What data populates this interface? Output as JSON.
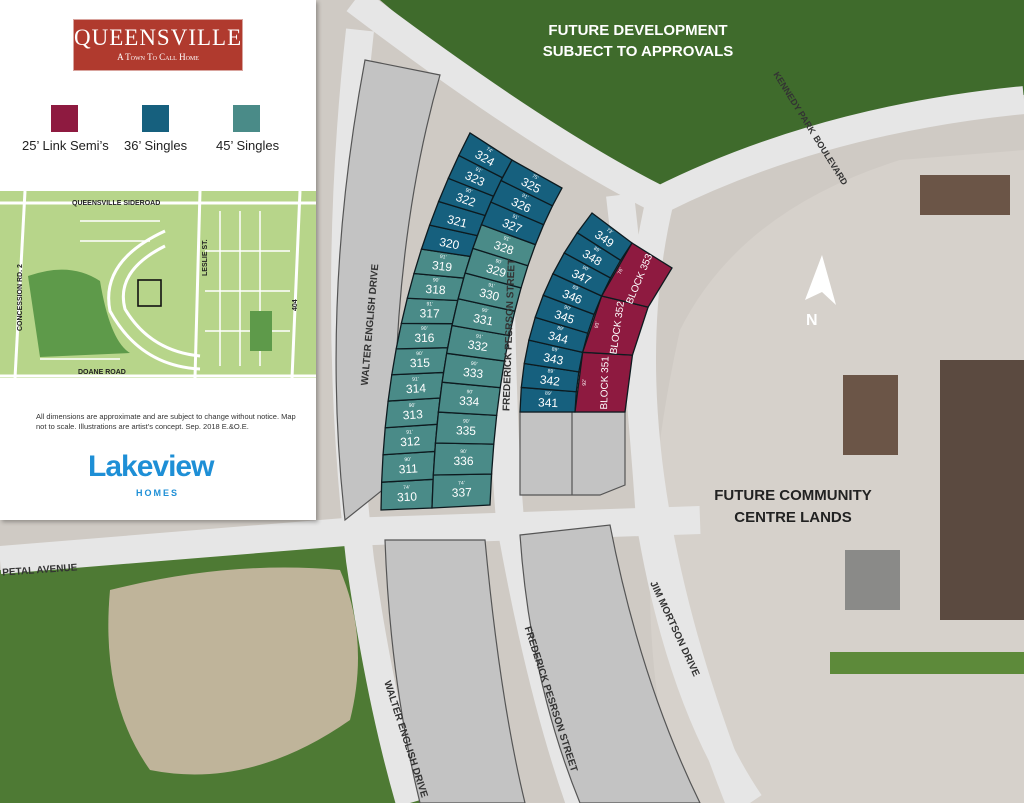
{
  "panel": {
    "logo_title": "QUEENSVILLE",
    "logo_tagline": "A Town To Call Home",
    "legend": [
      {
        "label": "25’ Link Semi’s",
        "color": "#8e1a40"
      },
      {
        "label": "36’ Singles",
        "color": "#16607e"
      },
      {
        "label": "45’ Singles",
        "color": "#4a8b88"
      }
    ],
    "inset_map": {
      "roads": [
        "QUEENSVILLE SIDEROAD",
        "CONCESSION RD. 2",
        "LESLIE ST.",
        "DOANE ROAD",
        "404"
      ]
    },
    "disclaimer": "All dimensions are approximate and are subject to change without notice. Map not to scale. Illustrations are artist’s concept. Sep. 2018 E.&O.E.",
    "builder_name": "Lakeview",
    "builder_sub": "HOMES"
  },
  "map": {
    "future_dev": "FUTURE DEVELOPMENT",
    "future_dev_2": "SUBJECT TO APPROVALS",
    "community_centre": "FUTURE COMMUNITY",
    "community_centre_2": "CENTRE LANDS",
    "kennedy_1": "KENNEDY PARK",
    "kennedy_2": "BOULEVARD",
    "petal": "PETAL AVENUE",
    "walter": "WALTER ENGLISH DRIVE",
    "frederick": "FREDERICK PESRSON STREET",
    "jim": "JIM MORTSON DRIVE",
    "north": "N"
  },
  "lots": {
    "column_a": [
      {
        "id": "310",
        "type": "45",
        "depth": "74’"
      },
      {
        "id": "311",
        "type": "45",
        "depth": "90’"
      },
      {
        "id": "312",
        "type": "45",
        "depth": "91’"
      },
      {
        "id": "313",
        "type": "45",
        "depth": "90’"
      },
      {
        "id": "314",
        "type": "45",
        "depth": "91’"
      },
      {
        "id": "315",
        "type": "45",
        "depth": "90’"
      },
      {
        "id": "316",
        "type": "45",
        "depth": "90’"
      },
      {
        "id": "317",
        "type": "45",
        "depth": "91’"
      },
      {
        "id": "318",
        "type": "45",
        "depth": "90’"
      },
      {
        "id": "319",
        "type": "45",
        "depth": "91’"
      },
      {
        "id": "320",
        "type": "36",
        "depth": ""
      },
      {
        "id": "321",
        "type": "36",
        "depth": ""
      },
      {
        "id": "322",
        "type": "36",
        "depth": "90’"
      },
      {
        "id": "323",
        "type": "36",
        "depth": "91’"
      },
      {
        "id": "324",
        "type": "36",
        "depth": "74’"
      }
    ],
    "column_b": [
      {
        "id": "337",
        "type": "45",
        "depth": "74’"
      },
      {
        "id": "336",
        "type": "45",
        "depth": "90’"
      },
      {
        "id": "335",
        "type": "45",
        "depth": "90’"
      },
      {
        "id": "334",
        "type": "45",
        "depth": "90’"
      },
      {
        "id": "333",
        "type": "45",
        "depth": "90’"
      },
      {
        "id": "332",
        "type": "45",
        "depth": "91’"
      },
      {
        "id": "331",
        "type": "45",
        "depth": "90’"
      },
      {
        "id": "330",
        "type": "45",
        "depth": "91’"
      },
      {
        "id": "329",
        "type": "45",
        "depth": "90’"
      },
      {
        "id": "328",
        "type": "45",
        "depth": "91’"
      },
      {
        "id": "327",
        "type": "36",
        "depth": "91’"
      },
      {
        "id": "326",
        "type": "36",
        "depth": "91’"
      },
      {
        "id": "325",
        "type": "36",
        "depth": "75’"
      }
    ],
    "column_c": [
      {
        "id": "341",
        "type": "36",
        "depth": "89’"
      },
      {
        "id": "342",
        "type": "36",
        "depth": "89’"
      },
      {
        "id": "343",
        "type": "36",
        "depth": "89’"
      },
      {
        "id": "344",
        "type": "36",
        "depth": "89’"
      },
      {
        "id": "345",
        "type": "36",
        "depth": "90’"
      },
      {
        "id": "346",
        "type": "36",
        "depth": "89’"
      },
      {
        "id": "347",
        "type": "36",
        "depth": "90’"
      },
      {
        "id": "348",
        "type": "36",
        "depth": "89’"
      },
      {
        "id": "349",
        "type": "36",
        "depth": "73’"
      }
    ],
    "blocks": [
      {
        "id": "BLOCK 351",
        "type": "25",
        "depth": "92’"
      },
      {
        "id": "BLOCK 352",
        "type": "25",
        "depth": "93’"
      },
      {
        "id": "BLOCK 353",
        "type": "25",
        "depth": "76’"
      }
    ]
  },
  "colors": {
    "semi": "#8e1a40",
    "single36": "#16607e",
    "single45": "#4a8b88",
    "grass": "#3f6b2c",
    "paving": "#cfcbc6",
    "road": "#e4e4e4",
    "trees": "#44682f"
  }
}
